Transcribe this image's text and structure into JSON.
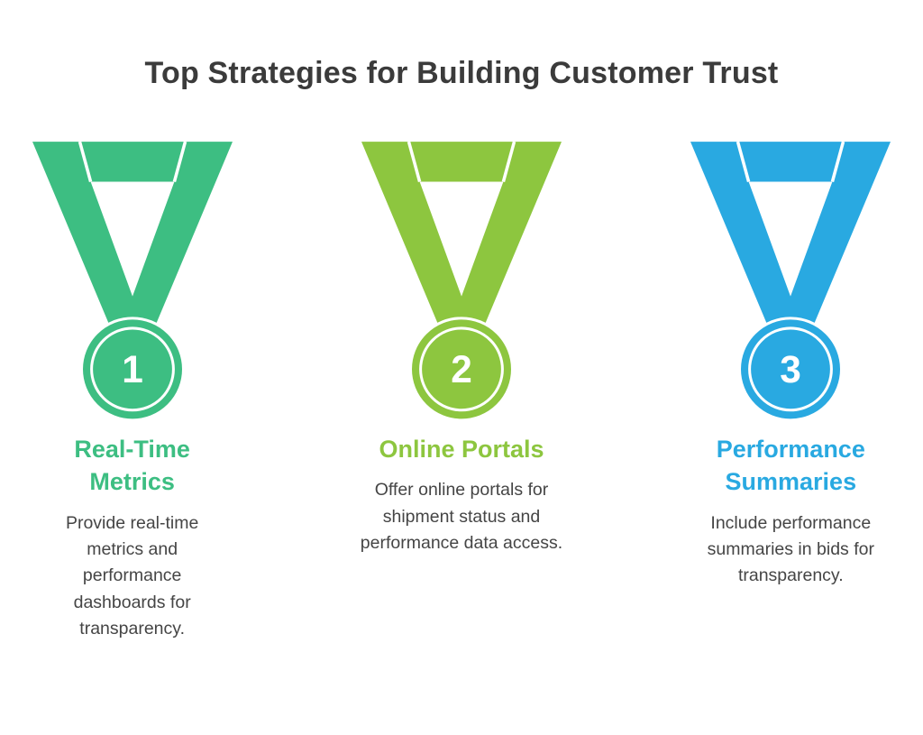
{
  "page": {
    "title": "Top Strategies for Building Customer Trust",
    "background_color": "#ffffff",
    "title_color": "#3b3b3b"
  },
  "strategies": [
    {
      "number": "1",
      "color": "#3dbe82",
      "heading": "Real-Time Metrics",
      "description": "Provide real-time metrics and performance dashboards for transparency."
    },
    {
      "number": "2",
      "color": "#8dc63f",
      "heading": "Online Portals",
      "description": "Offer online portals for shipment status and performance data access."
    },
    {
      "number": "3",
      "color": "#29a9e1",
      "heading": "Performance Summaries",
      "description": "Include performance summaries in bids for transparency."
    }
  ]
}
